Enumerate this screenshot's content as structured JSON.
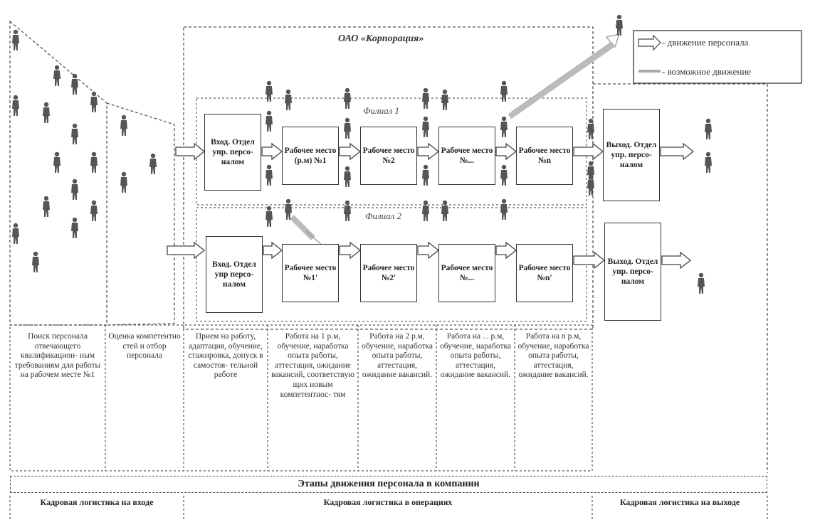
{
  "title": "ОАО «Корпорация»",
  "legend": {
    "movement": "- движение персонала",
    "possible": "- возможное движение"
  },
  "filial1": "Филиал 1",
  "filial2": "Филиал 2",
  "row1": {
    "entry": "Вход. Отдел упр. персо- налом",
    "jobs": [
      "Рабочее место (р.м) №1",
      "Рабочее место №2",
      "Рабочее место №...",
      "Рабочее место №n"
    ],
    "exit": "Выход. Отдел упр. персо- налом"
  },
  "row2": {
    "entry": "Вход. Отдел упр персо- налом",
    "jobs": [
      "Рабочее место №1'",
      "Рабочее место №2'",
      "Рабочее место №...",
      "Рабочее место №n'"
    ],
    "exit": "Выход. Отдел упр. персо- налом"
  },
  "descriptions": [
    "Поиск персонала отвечающего квалификацион- ным требованиям для работы на рабочем месте №1",
    "Оценка компетентно стей и отбор персонала",
    "Прием на работу, адаптация, обучение, стажировка, допуск в самостоя- тельной работе",
    "Работа на 1 р.м, обучение, наработка опыта работы, аттестация, ожидание вакансий, соответствую щих новым компетентнос- тям",
    "Работа на 2 р.м, обучение, наработка опыта работы, аттестация, ожидание вакансий.",
    "Работа на ... р.м, обучение, наработка опыта работы, аттестация, ожидание вакансий.",
    "Работа на n р.м, обучение, наработка опыта работы, аттестация, ожидание вакансий."
  ],
  "stages_title": "Этапы движения персонала в компании",
  "stages": [
    "Кадровая логистика на входе",
    "Кадровая логистика в операциях",
    "Кадровая логистика на выходе"
  ],
  "people_icon": "person-icon"
}
